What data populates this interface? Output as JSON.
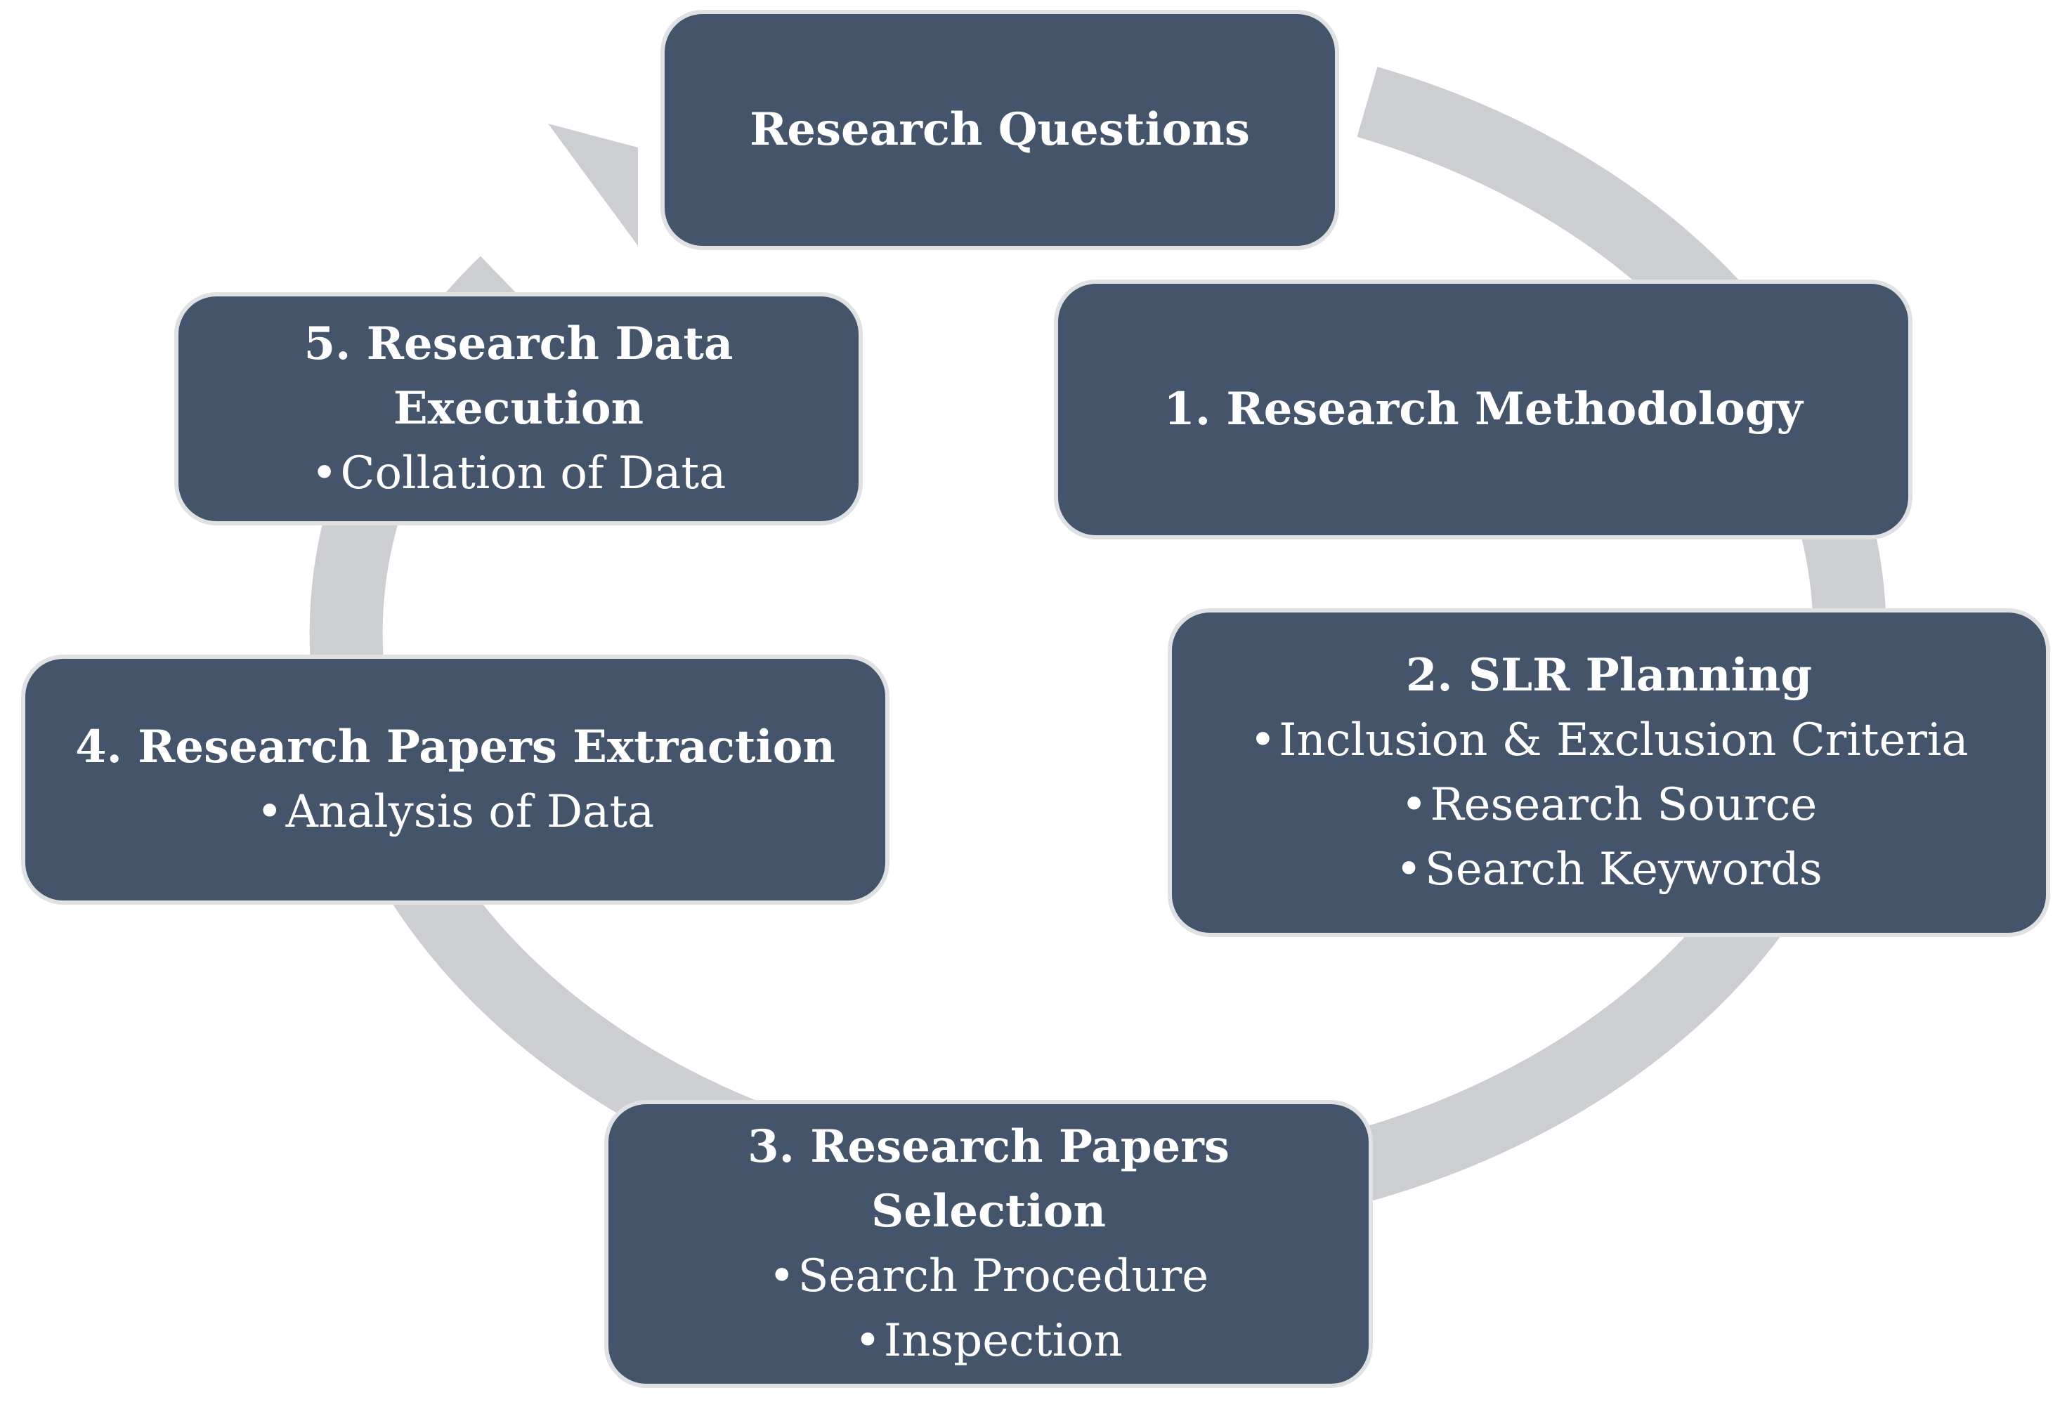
{
  "colors": {
    "node_fill": "#44546b",
    "node_border": "#dfe1e5",
    "node_text": "#ffffff",
    "ring": "#cdced2"
  },
  "nodes": {
    "research_questions": {
      "title": "Research Questions",
      "bullets": []
    },
    "step1": {
      "title": "1. Research Methodology",
      "bullets": []
    },
    "step2": {
      "title": "2. SLR Planning",
      "bullets": [
        "Inclusion & Exclusion Criteria",
        "Research Source",
        "Search Keywords"
      ]
    },
    "step3": {
      "title": "3. Research Papers Selection",
      "bullets": [
        "Search Procedure",
        "Inspection"
      ]
    },
    "step4": {
      "title": "4. Research Papers Extraction",
      "bullets": [
        "Analysis of Data"
      ]
    },
    "step5": {
      "title": "5. Research Data Execution",
      "bullets": [
        "Collation of Data"
      ]
    }
  }
}
